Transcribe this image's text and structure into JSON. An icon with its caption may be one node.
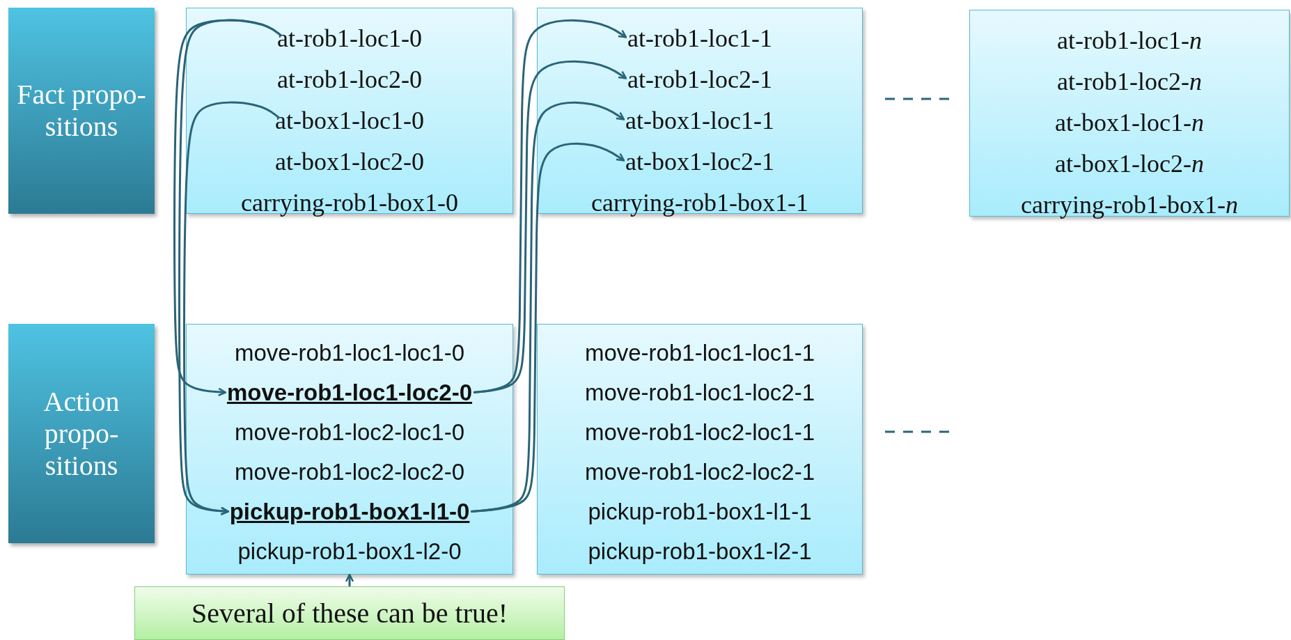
{
  "diagram": {
    "nodes": [
      {
        "text": [
          "Fact propo-sitions"
        ]
      },
      {
        "text": [],
        "shape": "box"
      },
      {
        "text": [
          "at-rob1-loc1-0"
        ],
        "in": 1
      },
      {
        "text": [
          "at-rob1-loc2-0"
        ],
        "in": 1
      },
      {
        "text": [
          "at-box1-loc1-0"
        ],
        "in": 1
      },
      {
        "text": [
          "at-box1-loc2-0"
        ],
        "in": 1
      },
      {
        "text": [
          "carrying-rob1-box1-0"
        ],
        "in": 1
      },
      {
        "text": [],
        "shape": "box"
      },
      {
        "text": [
          "at-rob1-loc1-1"
        ],
        "in": 7
      },
      {
        "text": [
          "at-rob1-loc2-1"
        ],
        "in": 7
      },
      {
        "text": [
          "at-box1-loc1-1"
        ],
        "in": 7
      },
      {
        "text": [
          "at-box1-loc2-1"
        ],
        "in": 7
      },
      {
        "text": [
          "carrying-rob1-box1-1"
        ],
        "in": 7
      },
      {
        "text": [],
        "shape": "box"
      },
      {
        "text": [
          "at-rob1-loc1-*n*"
        ],
        "in": 13
      },
      {
        "text": [
          "at-rob1-loc2-*n*"
        ],
        "in": 13
      },
      {
        "text": [
          "at-box1-loc1-*n*"
        ],
        "in": 13
      },
      {
        "text": [
          "at-box1-loc2-*n*"
        ],
        "in": 13
      },
      {
        "text": [
          "carrying-rob1-box1-*n*"
        ],
        "in": 13
      },
      {
        "text": [
          "Action propo-sitions"
        ]
      },
      {
        "text": [],
        "shape": "box"
      },
      {
        "text": [
          "move-rob1-loc1-loc1-0"
        ],
        "in": 20
      },
      {
        "text": [
          "**move-rob1-loc1-loc2-0**"
        ],
        "in": 20
      },
      {
        "text": [
          "move-rob1-loc2-loc1-0"
        ],
        "in": 20
      },
      {
        "text": [
          "move-rob1-loc2-loc2-0"
        ],
        "in": 20
      },
      {
        "text": [
          "**pickup-rob1-box1-l1-0**"
        ],
        "in": 20
      },
      {
        "text": [
          "pickup-rob1-box1-l2-0"
        ],
        "in": 20
      },
      {
        "text": [],
        "shape": "box"
      },
      {
        "text": [
          "move-rob1-loc1-loc1-1"
        ],
        "in": 27
      },
      {
        "text": [
          "move-rob1-loc1-loc2-1"
        ],
        "in": 27
      },
      {
        "text": [
          "move-rob1-loc2-loc1-1"
        ],
        "in": 27
      },
      {
        "text": [
          "move-rob1-loc2-loc2-1"
        ],
        "in": 27
      },
      {
        "text": [
          "pickup-rob1-box1-l1-1"
        ],
        "in": 27
      },
      {
        "text": [
          "pickup-rob1-box1-l2-1"
        ],
        "in": 27
      },
      {
        "text": [
          "Several of these can be true!"
        ]
      }
    ],
    "edges": [
      {
        "from": 2,
        "to": 22,
        "arrow": "to"
      },
      {
        "from": 2,
        "to": 25,
        "arrow": "to"
      },
      {
        "from": 4,
        "to": 25,
        "arrow": "to"
      },
      {
        "from": 22,
        "to": 8,
        "arrow": "to"
      },
      {
        "from": 22,
        "to": 9,
        "arrow": "to"
      },
      {
        "from": 25,
        "to": 10,
        "arrow": "to"
      },
      {
        "from": 25,
        "to": 11,
        "arrow": "to"
      },
      {
        "from": 34,
        "to": 20,
        "arrow": "to"
      }
    ]
  }
}
